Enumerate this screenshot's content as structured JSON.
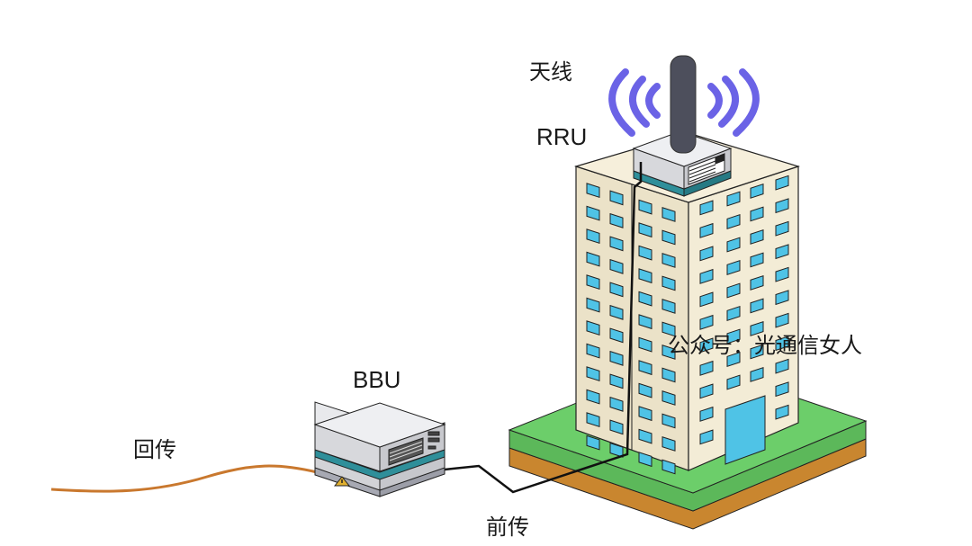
{
  "labels": {
    "antenna": "天线",
    "rru": "RRU",
    "bbu": "BBU",
    "backhaul": "回传",
    "fronthaul": "前传",
    "watermark": "公众号：光通信女人"
  },
  "colors": {
    "signal_waves": "#6b63e6",
    "antenna_pole": "#4d4f5c",
    "building_wall": "#f3ecd6",
    "building_wall_shade": "#ebe2c8",
    "window": "#4fc3e6",
    "grass_top": "#6cce6a",
    "grass_side": "#5cb85a",
    "soil": "#c9862f",
    "device_body": "#d7d8dc",
    "device_band": "#2f8f9a",
    "backhaul_fiber": "#c9782e",
    "fronthaul_fiber": "#111111"
  }
}
